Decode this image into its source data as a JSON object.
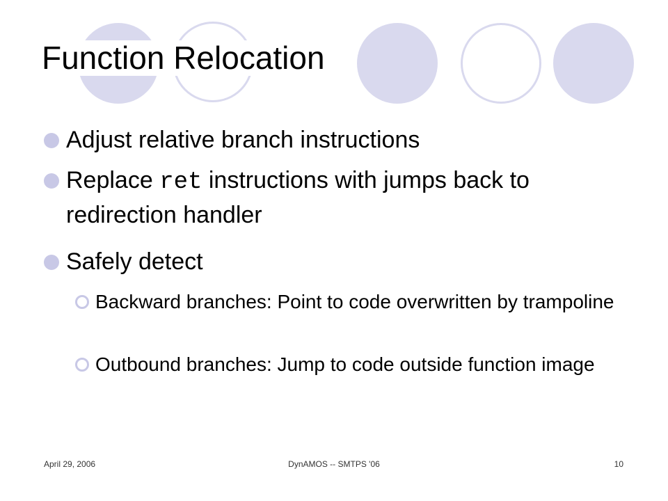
{
  "slide": {
    "title": "Function Relocation",
    "bullets": [
      {
        "text": "Adjust relative branch instructions"
      },
      {
        "pre": "Replace ",
        "code": "ret",
        "post": " instructions with jumps back to redirection handler"
      },
      {
        "text": "Safely detect",
        "sub": [
          "Backward branches: Point to code overwritten by trampoline",
          "Outbound branches: Jump to code outside function image"
        ]
      }
    ]
  },
  "footer": {
    "date": "April 29, 2006",
    "center": "DynAMOS -- SMTPS '06",
    "page": "10"
  },
  "colors": {
    "circle_fill": "#d9d9ee",
    "bullet": "#c8c8e6"
  }
}
